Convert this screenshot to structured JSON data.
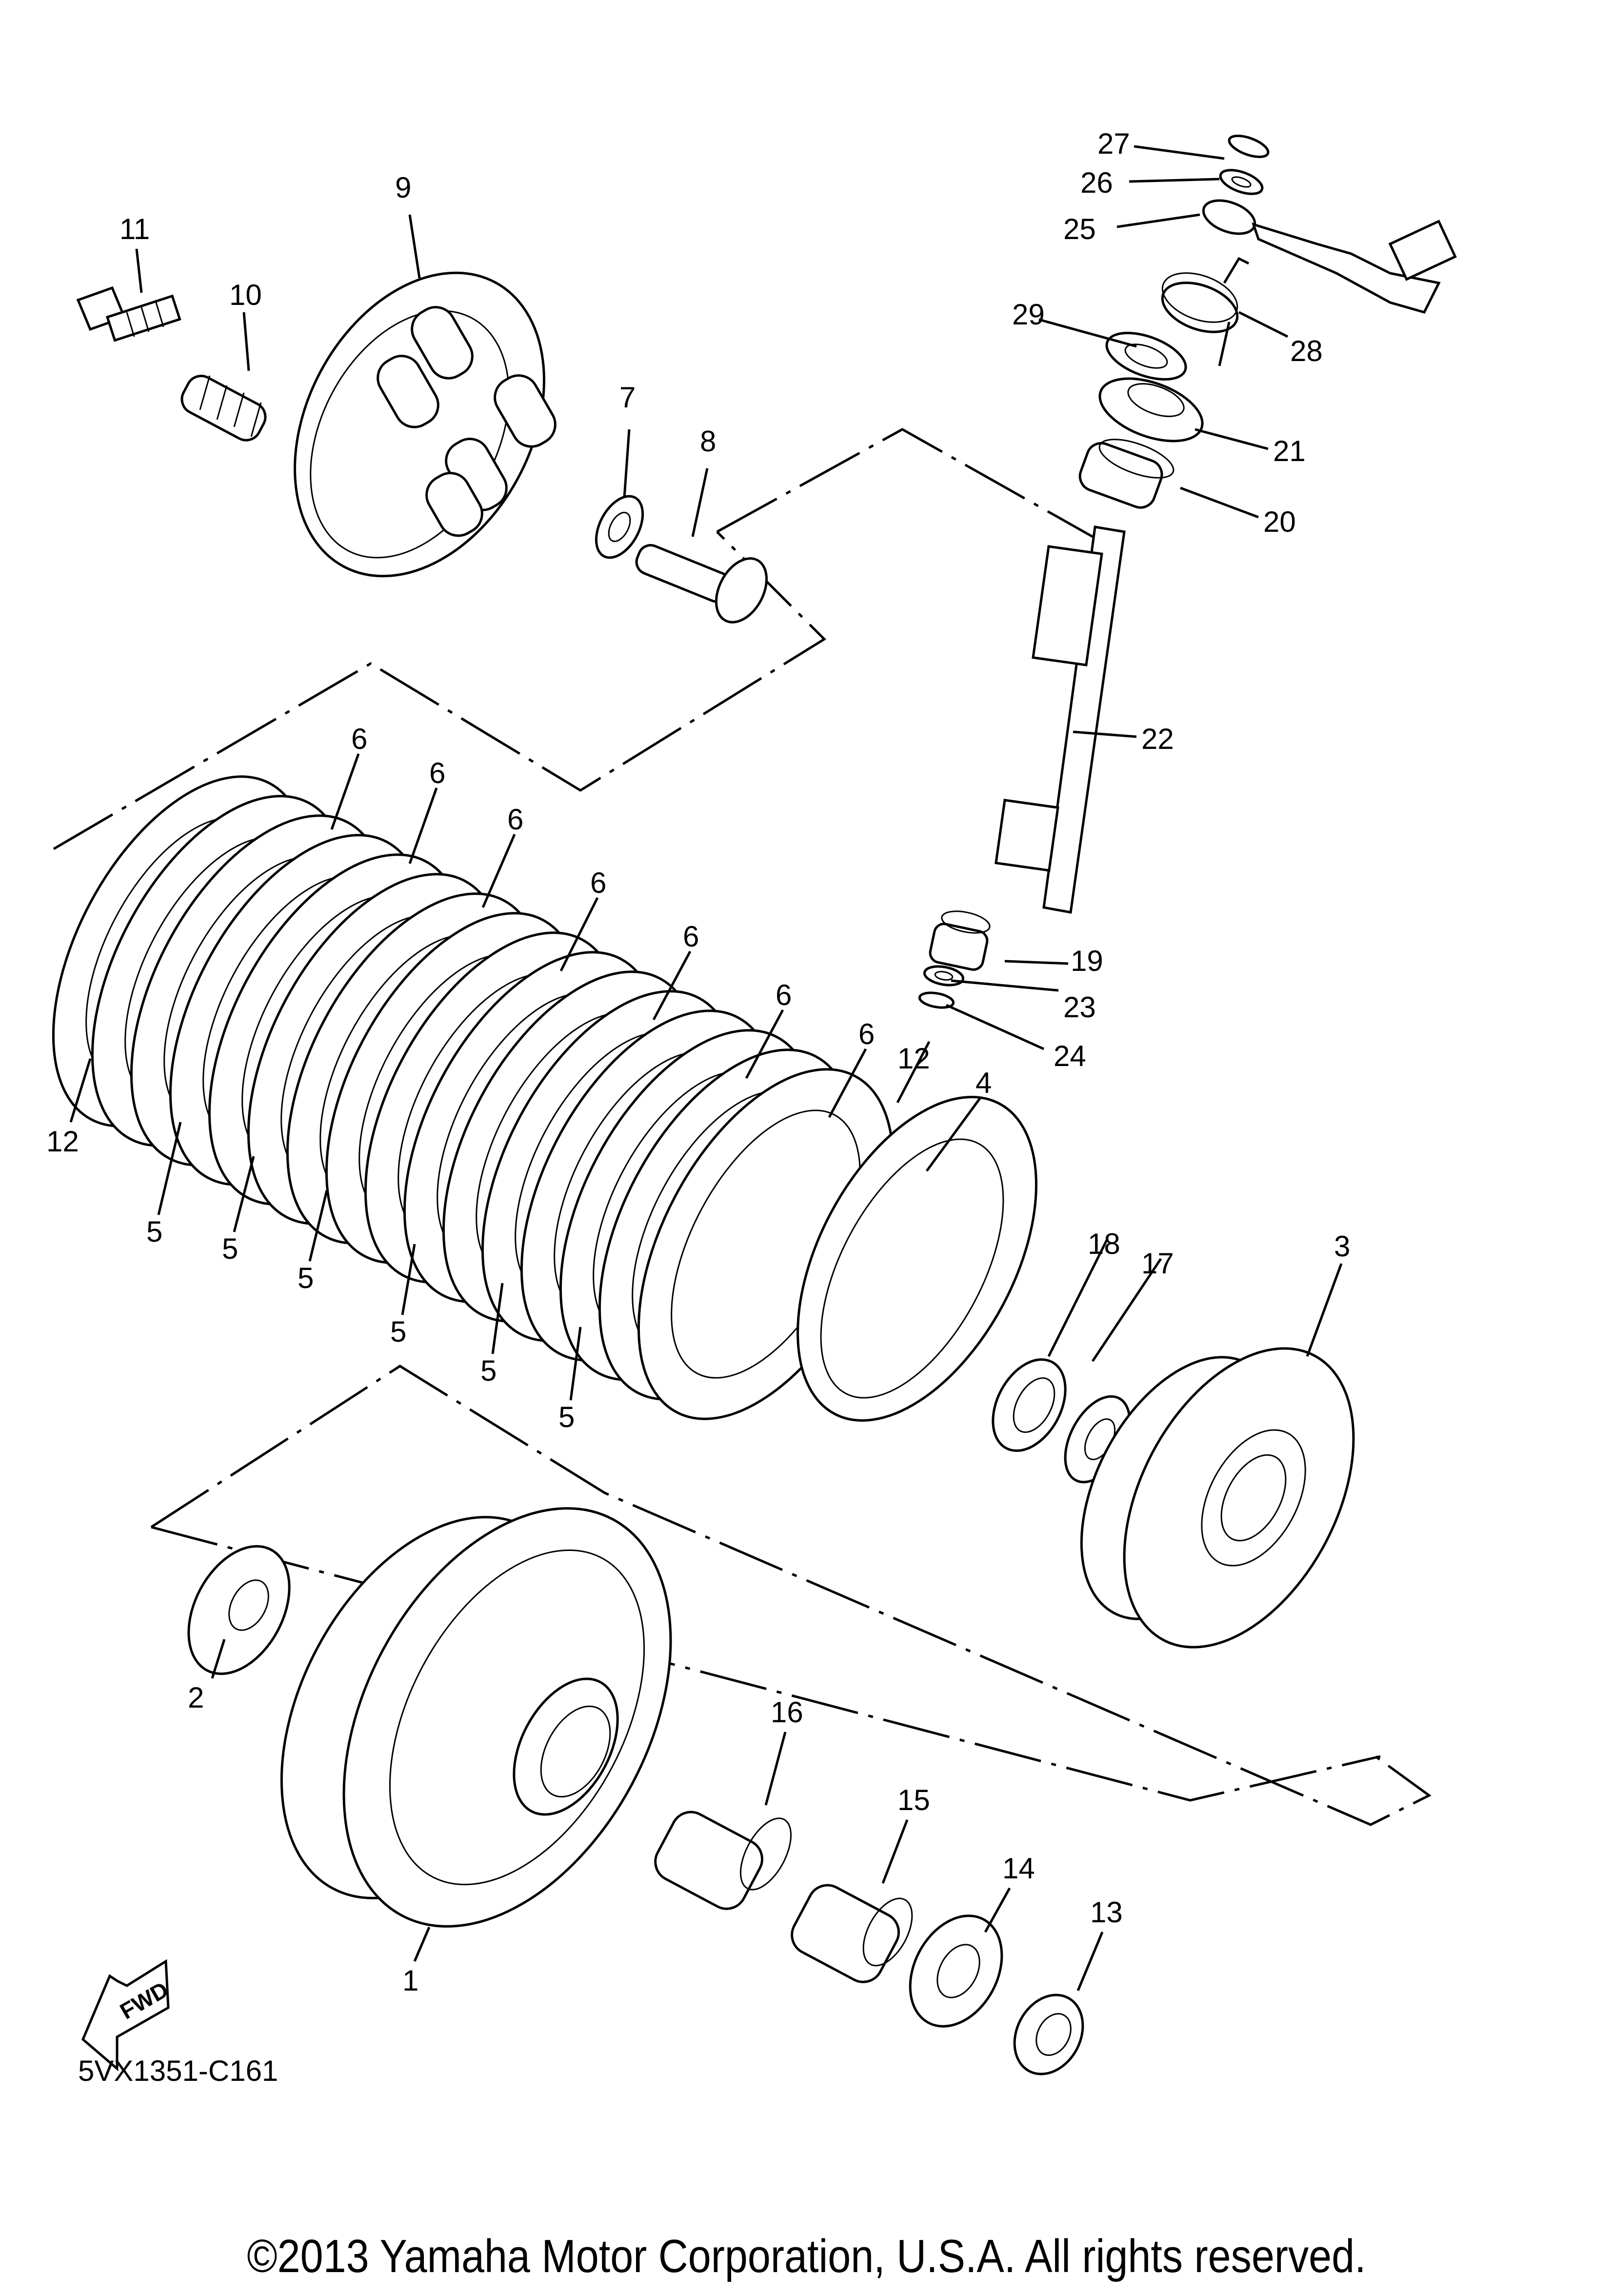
{
  "diagram": {
    "title": "Clutch",
    "diagram_code": "5VX1351-C161",
    "fwd_label": "FWD",
    "copyright": "©2013 Yamaha Motor Corporation, U.S.A. All rights reserved.",
    "callouts": {
      "p1": "1",
      "p2": "2",
      "p3": "3",
      "p4": "4",
      "p5": "5",
      "p6": "6",
      "p7": "7",
      "p8": "8",
      "p9": "9",
      "p10": "10",
      "p11": "11",
      "p12": "12",
      "p13": "13",
      "p14": "14",
      "p15": "15",
      "p16": "16",
      "p17": "17",
      "p18": "18",
      "p19": "19",
      "p20": "20",
      "p21": "21",
      "p22": "22",
      "p23": "23",
      "p24": "24",
      "p25": "25",
      "p26": "26",
      "p27": "27",
      "p28": "28",
      "p29": "29"
    }
  }
}
